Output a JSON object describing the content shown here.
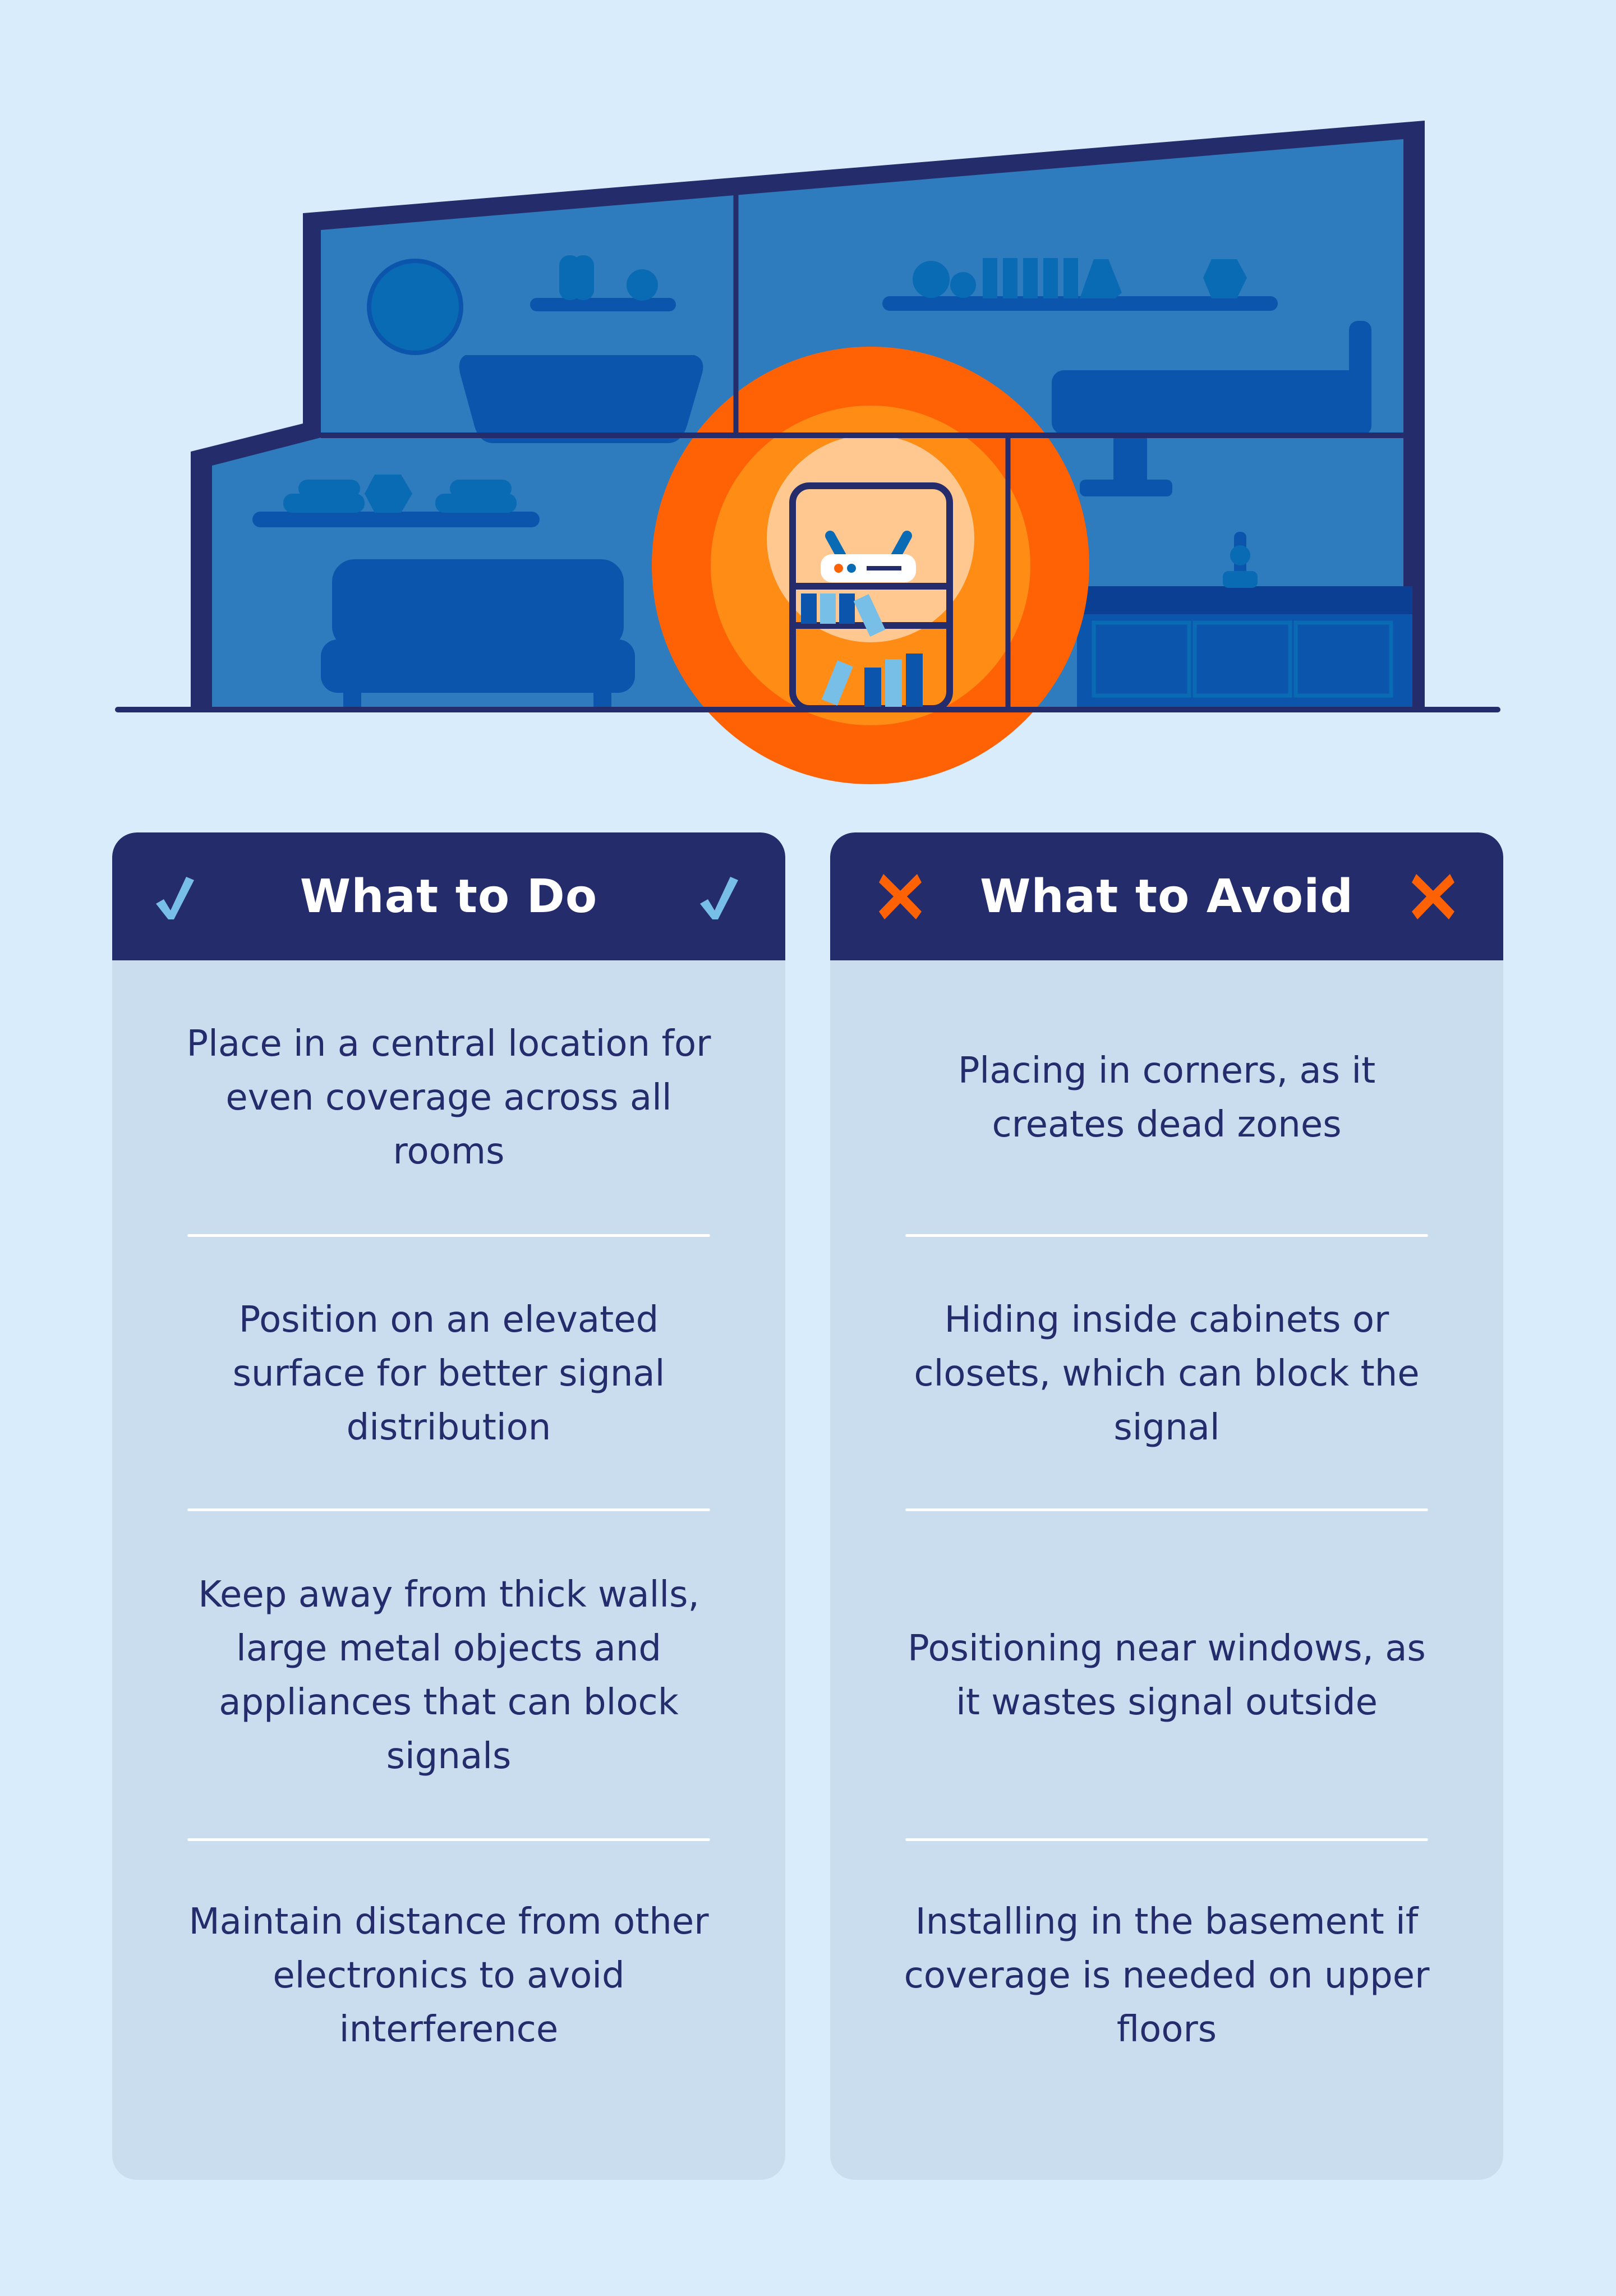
{
  "colors": {
    "background": "#d9ecfb",
    "navy": "#242c6c",
    "card_body": "#c9ddee",
    "house_fill": "#2e7bbd",
    "furniture": "#0c55ad",
    "decor": "#0a6bb5",
    "signal_outer": "#ff6105",
    "signal_mid": "#ff8c14",
    "signal_inner": "#ffc890",
    "book_light": "#78bfe8",
    "check_color": "#78bfe8",
    "cross_color": "#ff6105",
    "title_text": "#ffffff"
  },
  "illustration": {
    "description": "House cross-section with a Wi-Fi router on a bookshelf emitting an orange signal",
    "router_icon": "router-icon",
    "signal_icon": "signal-rings"
  },
  "columns": [
    {
      "title": "What to Do",
      "icon": "check-icon",
      "items": [
        "Place in a central location for even coverage across all rooms",
        "Position on an elevated surface for better signal distribution",
        "Keep away from thick walls, large metal objects and appliances that can block signals",
        "Maintain distance from other electronics to avoid interference"
      ]
    },
    {
      "title": "What to Avoid",
      "icon": "cross-icon",
      "items": [
        "Placing in corners, as it creates dead zones",
        "Hiding inside cabinets or closets, which can block the signal",
        "Positioning near windows, as it wastes signal outside",
        "Installing in the basement if coverage is needed on upper floors"
      ]
    }
  ]
}
